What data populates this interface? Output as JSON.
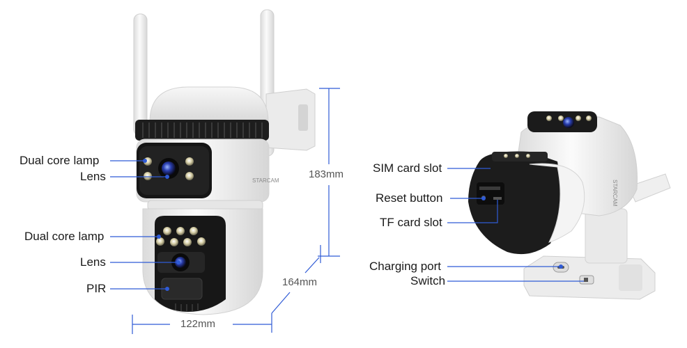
{
  "left_labels": {
    "dual_core_lamp_top": "Dual core lamp",
    "lens_top": "Lens",
    "dual_core_lamp_bottom": "Dual core lamp",
    "lens_bottom": "Lens",
    "pir": "PIR"
  },
  "dimensions": {
    "height": "183mm",
    "depth": "164mm",
    "width": "122mm"
  },
  "right_labels": {
    "sim_card_slot": "SIM card slot",
    "reset_button": "Reset button",
    "tf_card_slot": "TF card slot",
    "charging_port": "Charging port",
    "switch": "Switch"
  },
  "brand": "STARCAM",
  "colors": {
    "leader_line": "#2f5bd6",
    "dimension_line": "#2f5bd6",
    "camera_body": "#f2f2f2",
    "camera_dark": "#1c1c1c"
  }
}
